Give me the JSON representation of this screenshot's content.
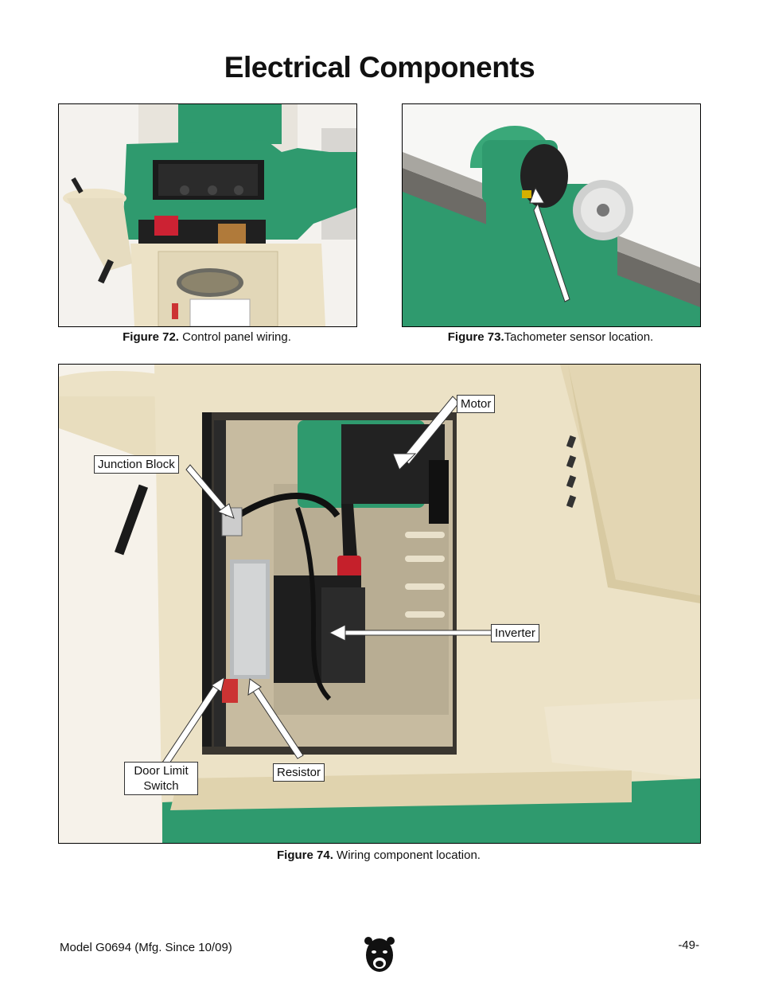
{
  "page_title": "Electrical Components",
  "figures": [
    {
      "number": "Figure 72.",
      "caption": " Control panel wiring."
    },
    {
      "number": "Figure 73.",
      "caption": "Tachometer sensor location."
    },
    {
      "number": "Figure 74.",
      "caption": " Wiring component location."
    }
  ],
  "callouts": {
    "motor": "Motor",
    "junction_block": "Junction Block",
    "inverter": "Inverter",
    "door_limit_switch_line1": "Door Limit",
    "door_limit_switch_line2": "Switch",
    "resistor": "Resistor"
  },
  "footer": {
    "model": "Model G0694 (Mfg. Since 10/09)",
    "page_number": "-49-"
  },
  "colors": {
    "machine_green": "#2f9a6e",
    "machine_cream": "#ece2c6"
  }
}
